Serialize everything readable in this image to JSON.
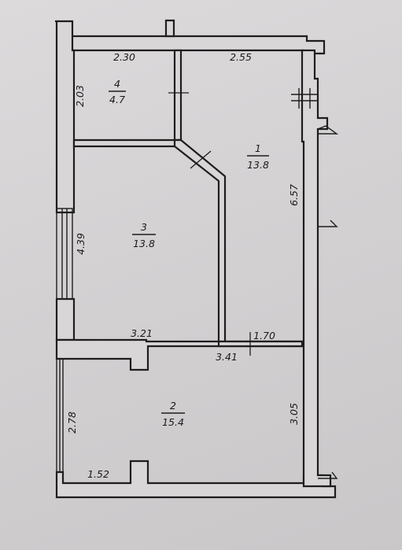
{
  "rooms": [
    {
      "number": "1",
      "area": "13.8"
    },
    {
      "number": "2",
      "area": "15.4"
    },
    {
      "number": "3",
      "area": "13.8"
    },
    {
      "number": "4",
      "area": "4.7"
    }
  ],
  "dimensions": {
    "room4_width": "2.30",
    "room1_width": "2.55",
    "room4_height": "2.03",
    "room1_height": "6.57",
    "room3_height": "4.39",
    "room3_width": "3.21",
    "room1_bottom_width": "1.70",
    "room2_top_width": "3.41",
    "room2_left_height": "2.78",
    "room2_right_height": "3.05",
    "room2_bottom_width": "1.52"
  }
}
